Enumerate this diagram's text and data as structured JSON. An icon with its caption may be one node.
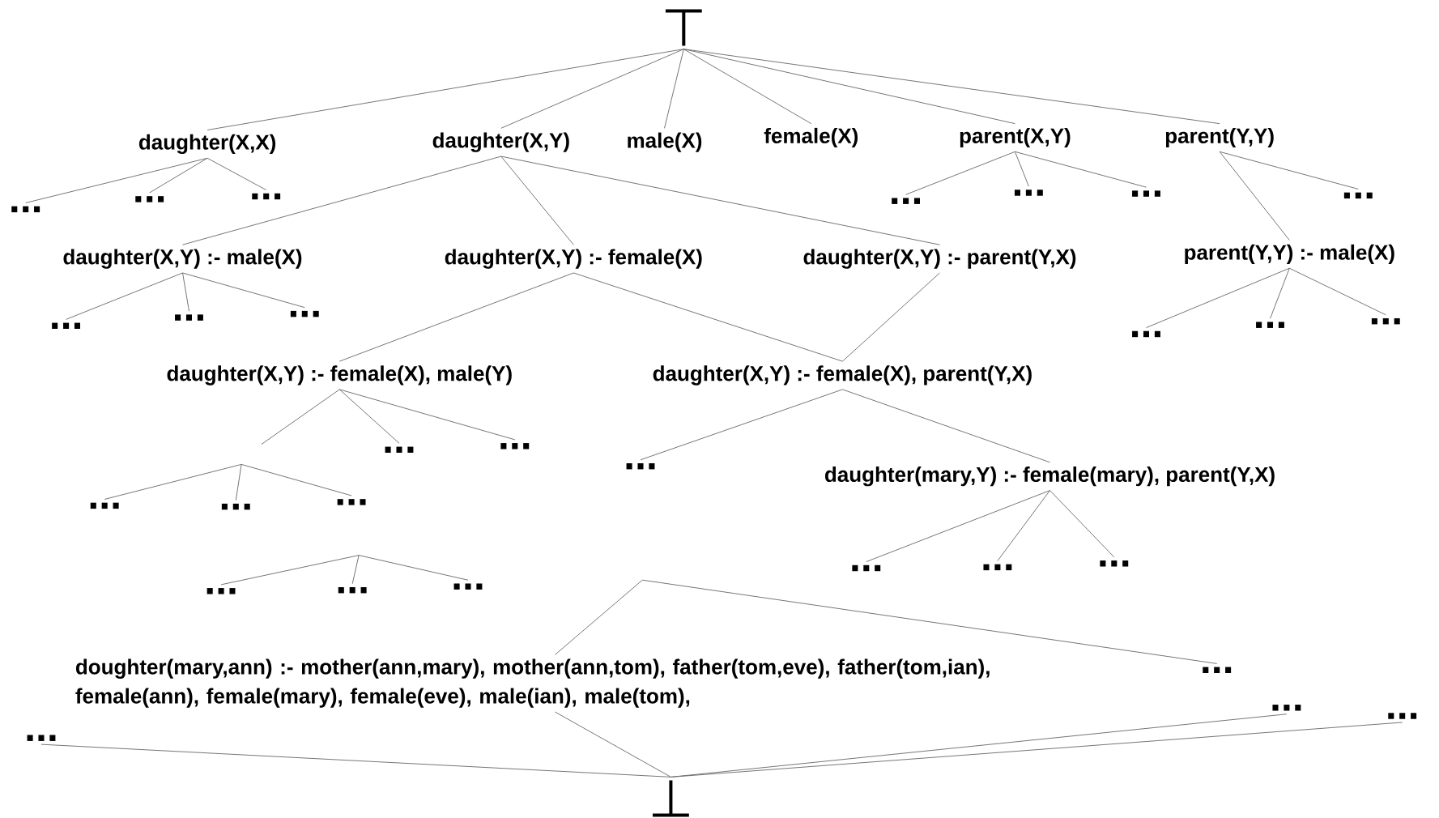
{
  "diagram": {
    "nodes": [
      {
        "text": [
          "⊤"
        ]
      },
      {
        "text": [
          "daughter(X,X)"
        ]
      },
      {
        "text": [
          "daughter(X,Y)"
        ]
      },
      {
        "text": [
          "male(X)"
        ]
      },
      {
        "text": [
          "female(X)"
        ]
      },
      {
        "text": [
          "parent(X,Y)"
        ]
      },
      {
        "text": [
          "parent(Y,Y)"
        ]
      },
      {
        "text": [
          "..."
        ]
      },
      {
        "text": [
          "..."
        ]
      },
      {
        "text": [
          "..."
        ]
      },
      {
        "text": [
          "..."
        ]
      },
      {
        "text": [
          "..."
        ]
      },
      {
        "text": [
          "..."
        ]
      },
      {
        "text": [
          "..."
        ]
      },
      {
        "text": [
          "daughter(X,Y) :- male(X)"
        ]
      },
      {
        "text": [
          "daughter(X,Y) :- female(X)"
        ]
      },
      {
        "text": [
          "daughter(X,Y) :- parent(Y,X)"
        ]
      },
      {
        "text": [
          "parent(Y,Y) :- male(X)"
        ]
      },
      {
        "text": [
          "..."
        ]
      },
      {
        "text": [
          "..."
        ]
      },
      {
        "text": [
          "..."
        ]
      },
      {
        "text": [
          "..."
        ]
      },
      {
        "text": [
          "..."
        ]
      },
      {
        "text": [
          "..."
        ]
      },
      {
        "text": [
          "daughter(X,Y) :- female(X), male(Y)"
        ]
      },
      {
        "text": [
          "daughter(X,Y) :- female(X), parent(Y,X)"
        ]
      },
      {
        "text": [
          "..."
        ]
      },
      {
        "text": [
          "..."
        ]
      },
      {
        "text": [
          "..."
        ]
      },
      {
        "text": [
          "daughter(mary,Y) :- female(mary), parent(Y,X)"
        ]
      },
      {
        "text": [
          "..."
        ]
      },
      {
        "text": [
          "..."
        ]
      },
      {
        "text": [
          "..."
        ]
      },
      {
        "text": [
          "..."
        ]
      },
      {
        "text": [
          "..."
        ]
      },
      {
        "text": [
          "..."
        ]
      },
      {
        "text": [
          "..."
        ]
      },
      {
        "text": [
          "..."
        ]
      },
      {
        "text": [
          "..."
        ]
      },
      {
        "text": [
          "doughter(mary,ann) :- mother(ann,mary), mother(ann,tom), father(tom,eve), father(tom,ian), female(ann), female(mary), female(eve), male(ian), male(tom),"
        ]
      },
      {
        "text": [
          "..."
        ]
      },
      {
        "text": [
          "..."
        ]
      },
      {
        "text": [
          "..."
        ]
      },
      {
        "text": [
          "..."
        ]
      },
      {
        "text": [
          "⊥"
        ]
      }
    ],
    "edges": [
      {
        "from": 0,
        "to": 1,
        "arrow": "none"
      },
      {
        "from": 0,
        "to": 2,
        "arrow": "none"
      },
      {
        "from": 0,
        "to": 3,
        "arrow": "none"
      },
      {
        "from": 0,
        "to": 4,
        "arrow": "none"
      },
      {
        "from": 0,
        "to": 5,
        "arrow": "none"
      },
      {
        "from": 0,
        "to": 6,
        "arrow": "none"
      },
      {
        "from": 1,
        "to": 7,
        "arrow": "none"
      },
      {
        "from": 1,
        "to": 8,
        "arrow": "none"
      },
      {
        "from": 1,
        "to": 9,
        "arrow": "none"
      },
      {
        "from": 2,
        "to": 14,
        "arrow": "none"
      },
      {
        "from": 2,
        "to": 15,
        "arrow": "none"
      },
      {
        "from": 2,
        "to": 16,
        "arrow": "none"
      },
      {
        "from": 5,
        "to": 10,
        "arrow": "none"
      },
      {
        "from": 5,
        "to": 11,
        "arrow": "none"
      },
      {
        "from": 5,
        "to": 12,
        "arrow": "none"
      },
      {
        "from": 6,
        "to": 17,
        "arrow": "none"
      },
      {
        "from": 6,
        "to": 13,
        "arrow": "none"
      },
      {
        "from": 14,
        "to": 18,
        "arrow": "none"
      },
      {
        "from": 14,
        "to": 19,
        "arrow": "none"
      },
      {
        "from": 14,
        "to": 20,
        "arrow": "none"
      },
      {
        "from": 17,
        "to": 21,
        "arrow": "none"
      },
      {
        "from": 17,
        "to": 22,
        "arrow": "none"
      },
      {
        "from": 17,
        "to": 23,
        "arrow": "none"
      },
      {
        "from": 15,
        "to": 24,
        "arrow": "none"
      },
      {
        "from": 15,
        "to": 25,
        "arrow": "none"
      },
      {
        "from": 16,
        "to": 25,
        "arrow": "none"
      },
      {
        "from": 24,
        "to": null,
        "arrow": "none"
      },
      {
        "from": 24,
        "to": 26,
        "arrow": "none"
      },
      {
        "from": 24,
        "to": 27,
        "arrow": "none"
      },
      {
        "from": 25,
        "to": 28,
        "arrow": "none"
      },
      {
        "from": 25,
        "to": 29,
        "arrow": "none"
      },
      {
        "from": null,
        "to": 30,
        "arrow": "none"
      },
      {
        "from": null,
        "to": 31,
        "arrow": "none"
      },
      {
        "from": null,
        "to": 32,
        "arrow": "none"
      },
      {
        "from": 29,
        "to": 33,
        "arrow": "none"
      },
      {
        "from": 29,
        "to": 34,
        "arrow": "none"
      },
      {
        "from": 29,
        "to": 35,
        "arrow": "none"
      },
      {
        "from": null,
        "to": 36,
        "arrow": "none"
      },
      {
        "from": null,
        "to": 37,
        "arrow": "none"
      },
      {
        "from": null,
        "to": 38,
        "arrow": "none"
      },
      {
        "from": null,
        "to": 39,
        "arrow": "none"
      },
      {
        "from": null,
        "to": 40,
        "arrow": "none"
      },
      {
        "from": 42,
        "to": 44,
        "arrow": "none"
      },
      {
        "from": 39,
        "to": 44,
        "arrow": "none"
      },
      {
        "from": 41,
        "to": 44,
        "arrow": "none"
      },
      {
        "from": 43,
        "to": 44,
        "arrow": "none"
      }
    ]
  }
}
